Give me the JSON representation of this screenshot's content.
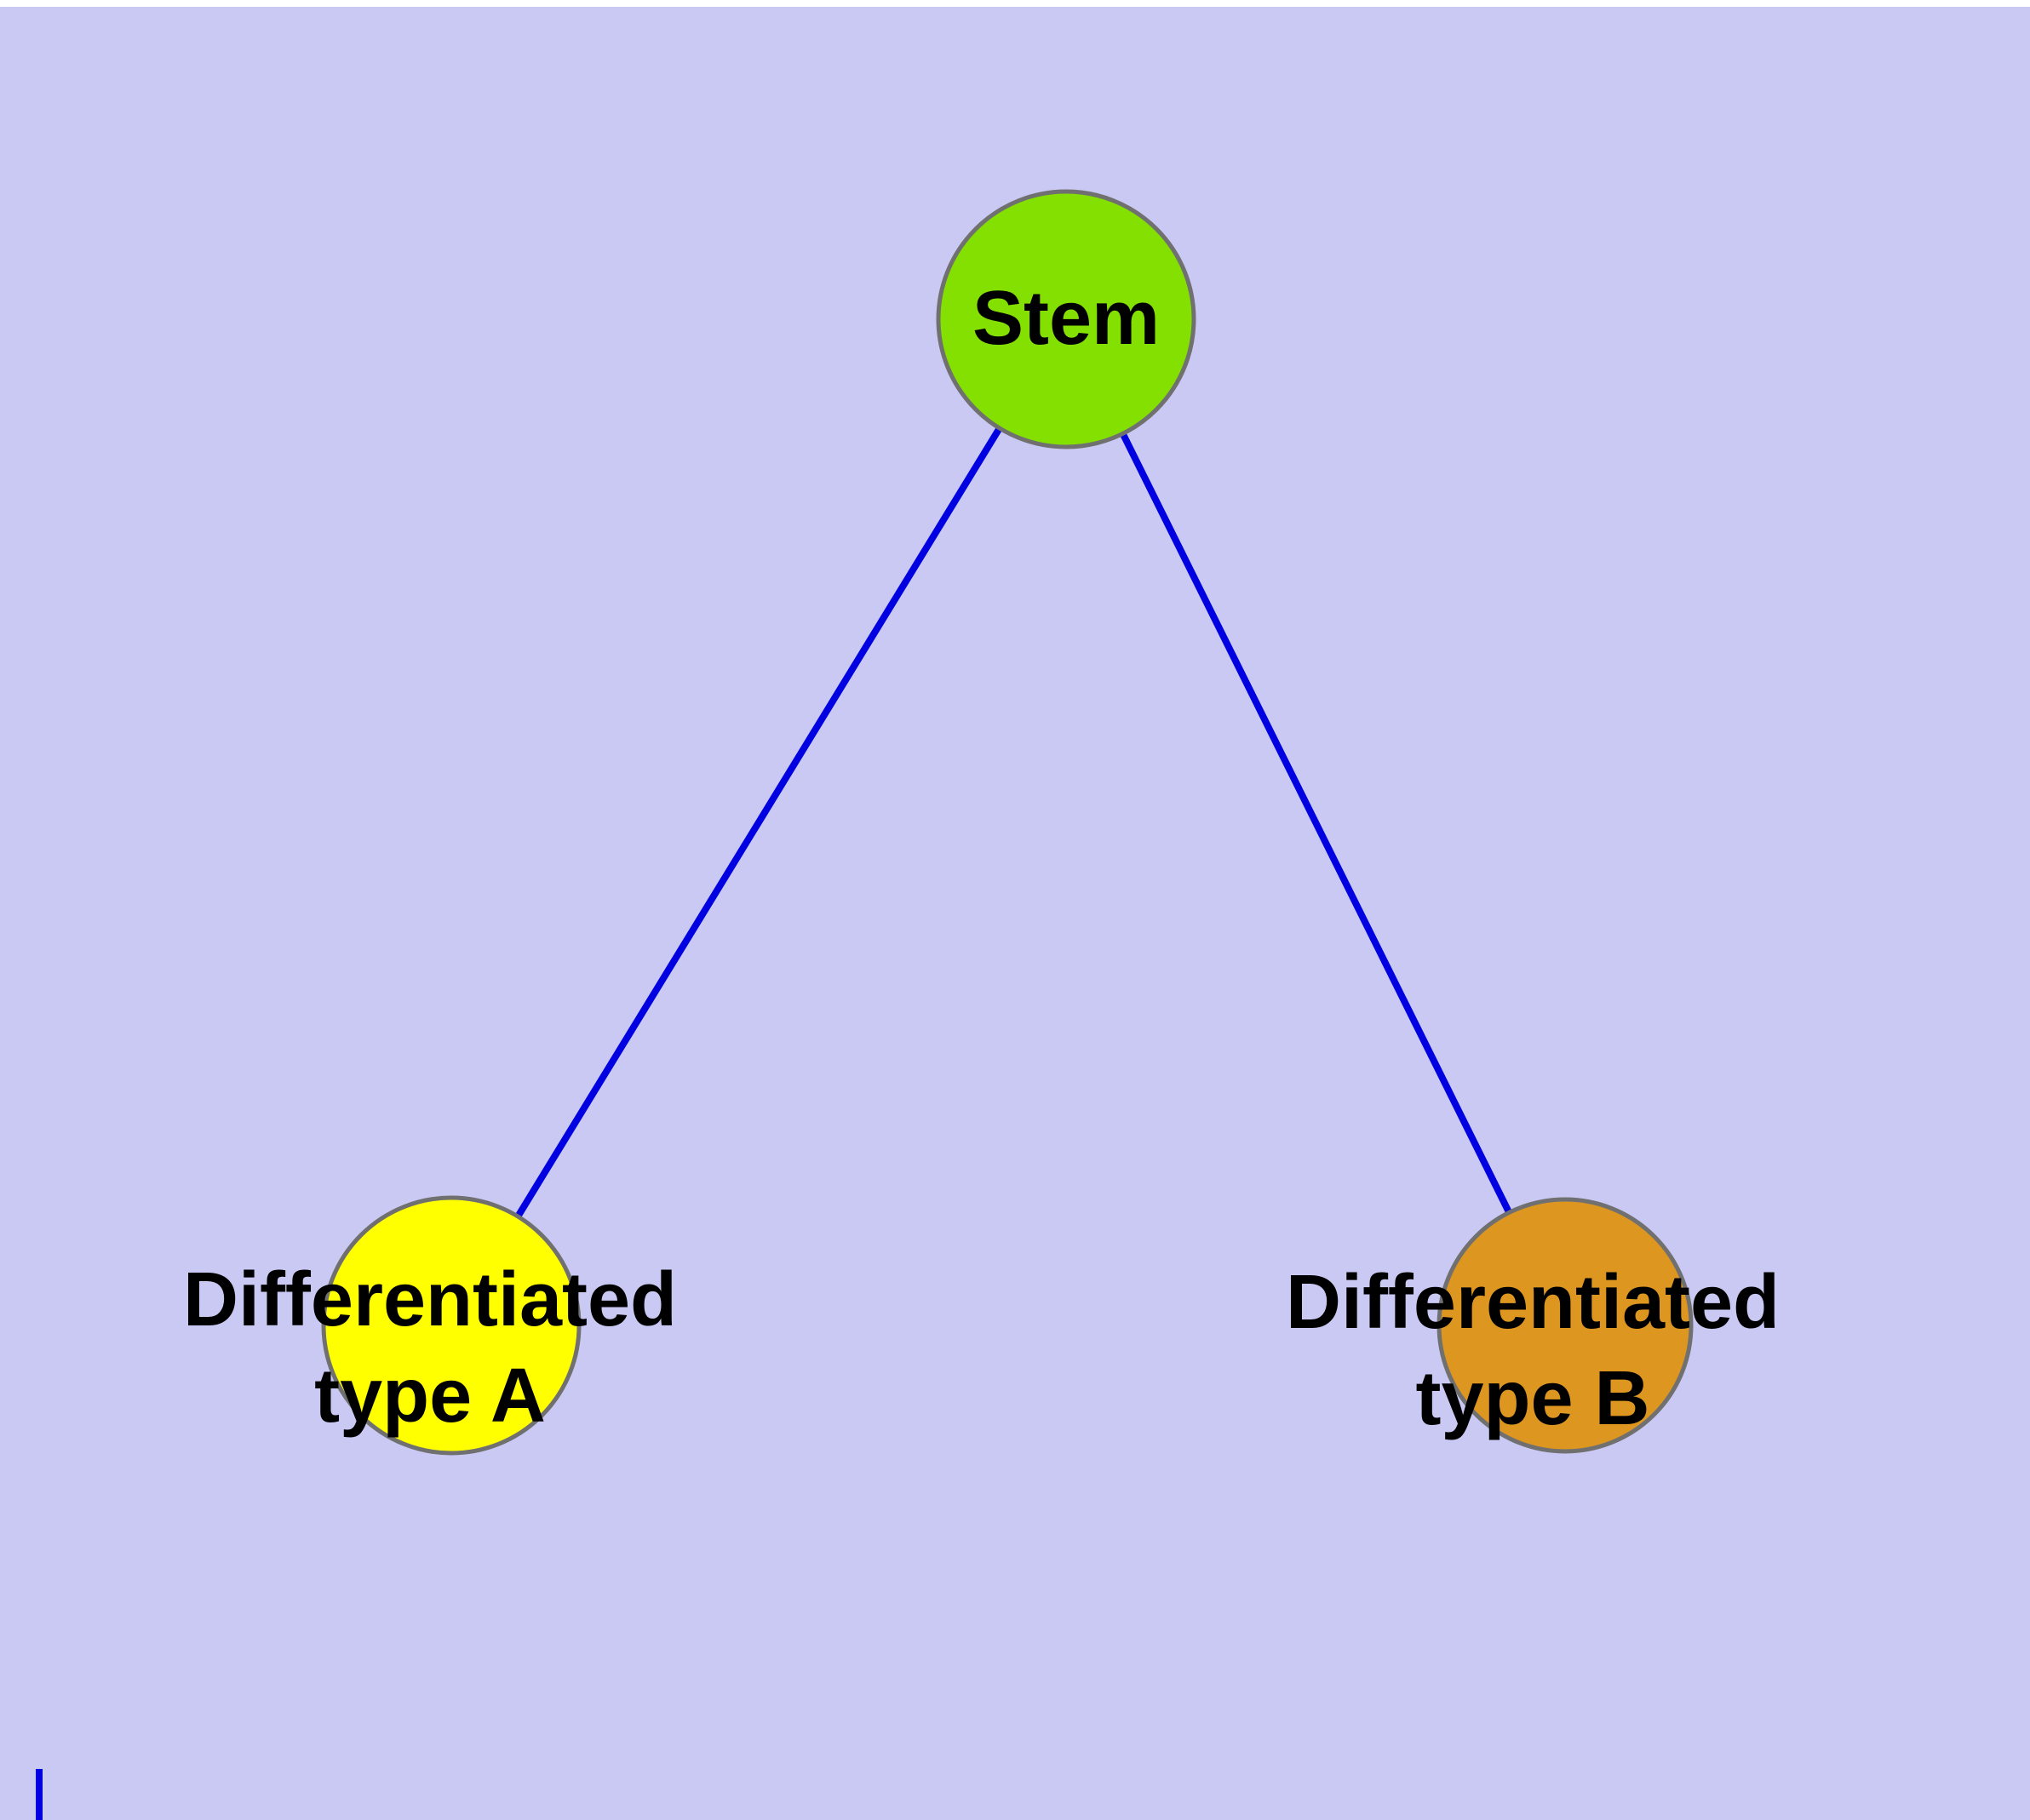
{
  "diagram": {
    "background_color": "#c9c9f3",
    "edge_color": "#0000e0",
    "node_stroke_color": "#707070",
    "label_color": "#000000",
    "nodes": {
      "stem": {
        "label": "Stem",
        "fill": "#83e000"
      },
      "diff_a": {
        "label": "Differentiated type A",
        "lines": [
          "Differentiated",
          "type A"
        ],
        "fill": "#ffff00"
      },
      "diff_b": {
        "label": "Differentiated type B",
        "lines": [
          "Differentiated",
          "type B"
        ],
        "fill": "#dd9620"
      }
    },
    "edges": [
      {
        "from": "Stem",
        "to": "Differentiated type A"
      },
      {
        "from": "Stem",
        "to": "Differentiated type B"
      }
    ]
  }
}
